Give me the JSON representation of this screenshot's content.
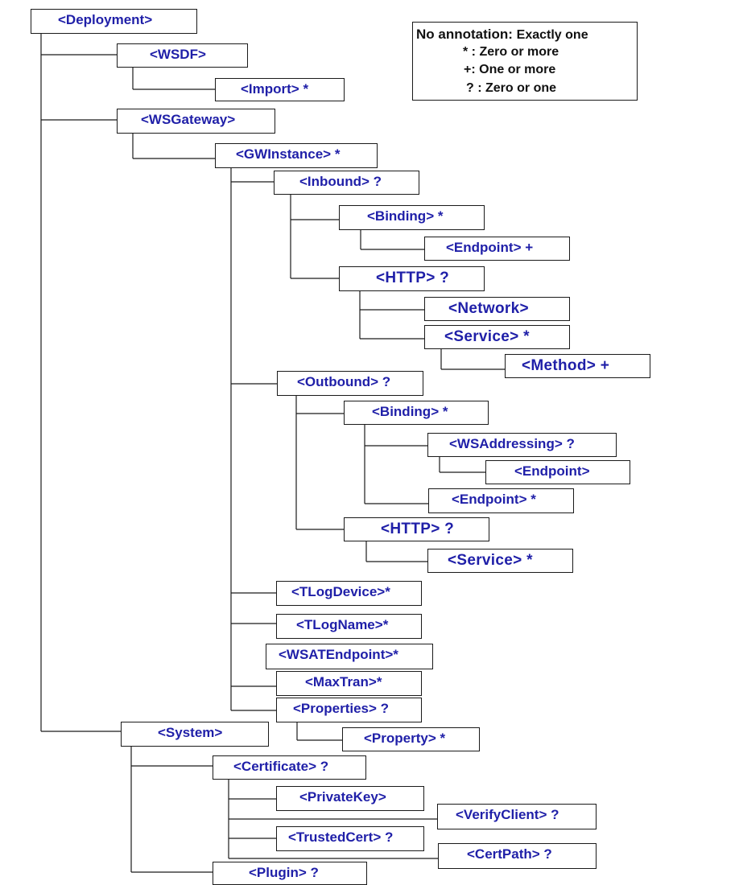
{
  "legend": {
    "title": "No annotation:",
    "title_value": "Exactly one",
    "rows": [
      {
        "symbol": "* :",
        "text": "Zero or more"
      },
      {
        "symbol": "+:",
        "text": "One or more"
      },
      {
        "symbol": "? :",
        "text": "Zero or one"
      }
    ]
  },
  "nodes": {
    "deployment": "<Deployment>",
    "wsdf": "<WSDF>",
    "import": "<Import> *",
    "wsgateway": "<WSGateway>",
    "gwinstance": "<GWInstance> *",
    "inbound": "<Inbound> ?",
    "in_binding": "<Binding> *",
    "in_endpoint": "<Endpoint> +",
    "in_http": "<HTTP> ?",
    "network": "<Network>",
    "in_service": "<Service> *",
    "method": "<Method> +",
    "outbound": "<Outbound> ?",
    "out_binding": "<Binding> *",
    "wsaddressing": "<WSAddressing> ?",
    "wsa_endpoint": "<Endpoint>",
    "out_endpoint": "<Endpoint> *",
    "out_http": "<HTTP> ?",
    "out_service": "<Service> *",
    "tlogdevice": "<TLogDevice>*",
    "tlogname": "<TLogName>*",
    "wsatendpoint": "<WSATEndpoint>*",
    "maxtran": "<MaxTran>*",
    "properties": "<Properties> ?",
    "property": "<Property> *",
    "system": "<System>",
    "certificate": "<Certificate> ?",
    "privatekey": "<PrivateKey>",
    "verifyclient": "<VerifyClient> ?",
    "trustedcert": "<TrustedCert> ?",
    "certpath": "<CertPath> ?",
    "plugin": "<Plugin> ?"
  }
}
